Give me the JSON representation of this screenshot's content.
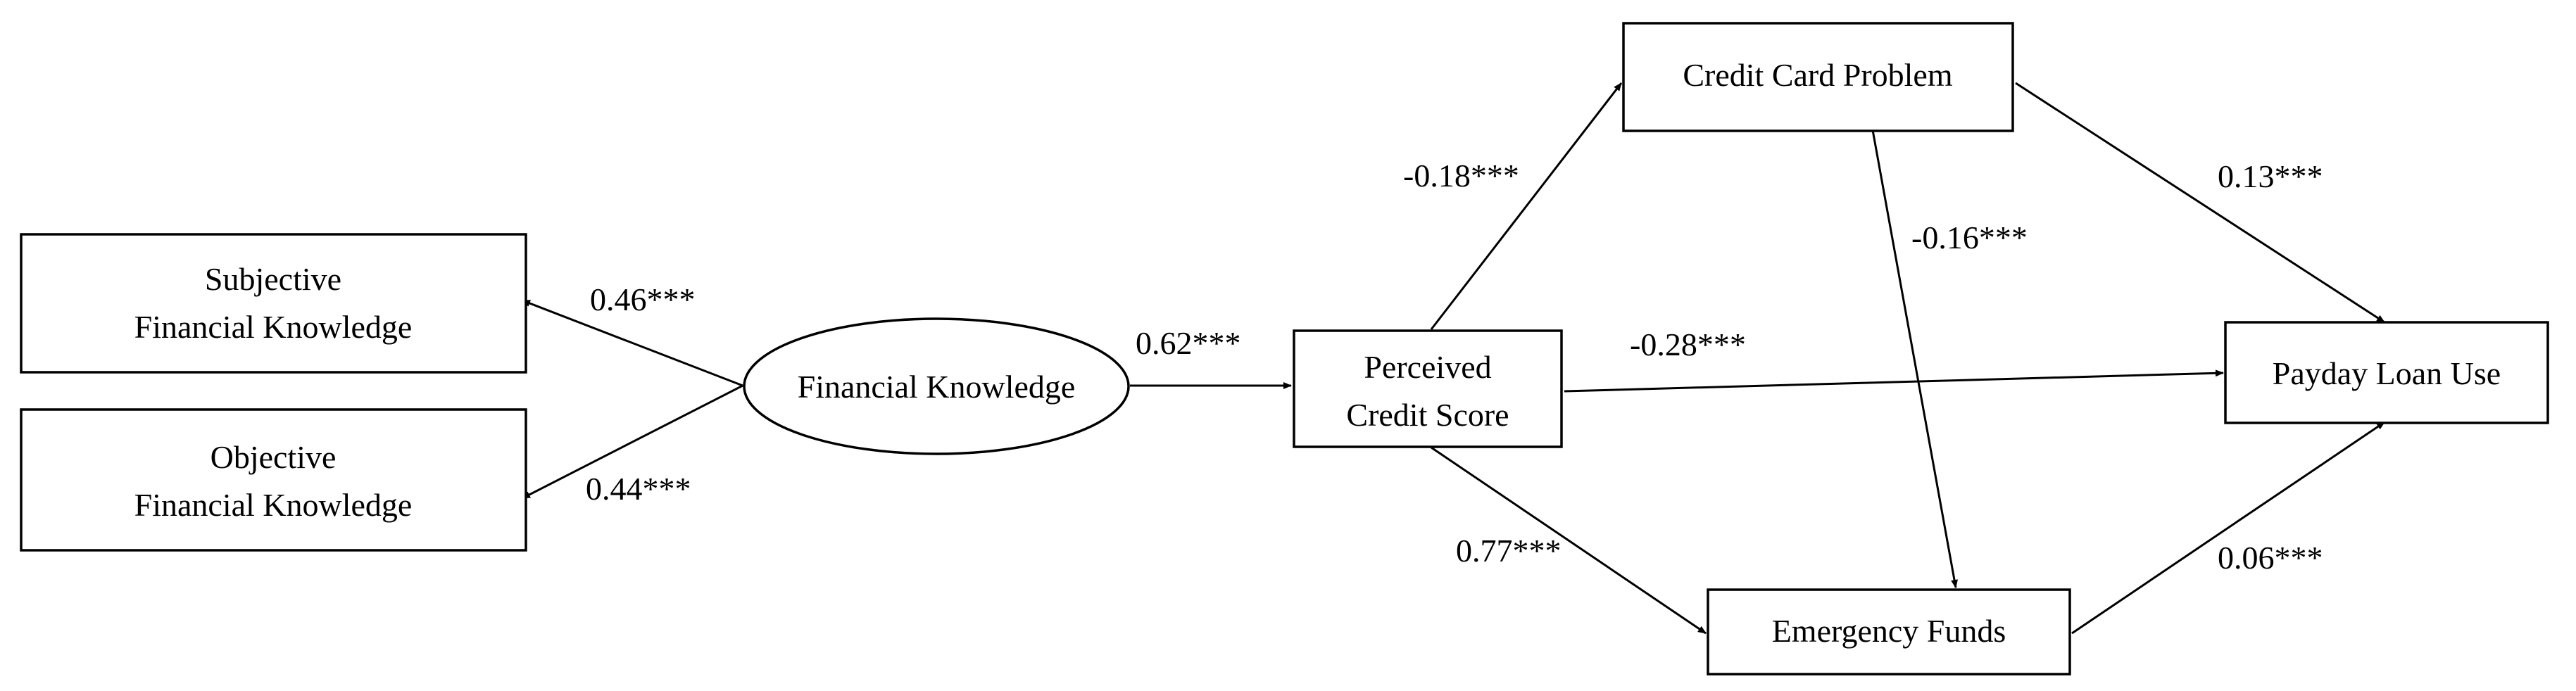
{
  "nodes": {
    "subjective": {
      "lines": [
        "Subjective",
        "Financial Knowledge"
      ]
    },
    "objective": {
      "lines": [
        "Objective",
        "Financial Knowledge"
      ]
    },
    "financial_knowledge": {
      "label": "Financial Knowledge"
    },
    "perceived_credit_score": {
      "lines": [
        "Perceived",
        "Credit Score"
      ]
    },
    "credit_card_problem": {
      "label": "Credit Card Problem"
    },
    "emergency_funds": {
      "label": "Emergency Funds"
    },
    "payday_loan_use": {
      "label": "Payday Loan Use"
    }
  },
  "coefficients": {
    "fk_to_subjective": "0.46***",
    "fk_to_objective": "0.44***",
    "fk_to_pcs": "0.62***",
    "pcs_to_ccp": "-0.18***",
    "ccp_to_ef": "-0.16***",
    "pcs_to_plu": "-0.28***",
    "ccp_to_plu": "0.13***",
    "pcs_to_ef": "0.77***",
    "ef_to_plu": "0.06***"
  },
  "colors": {
    "stroke": "#000000",
    "background": "#ffffff"
  }
}
